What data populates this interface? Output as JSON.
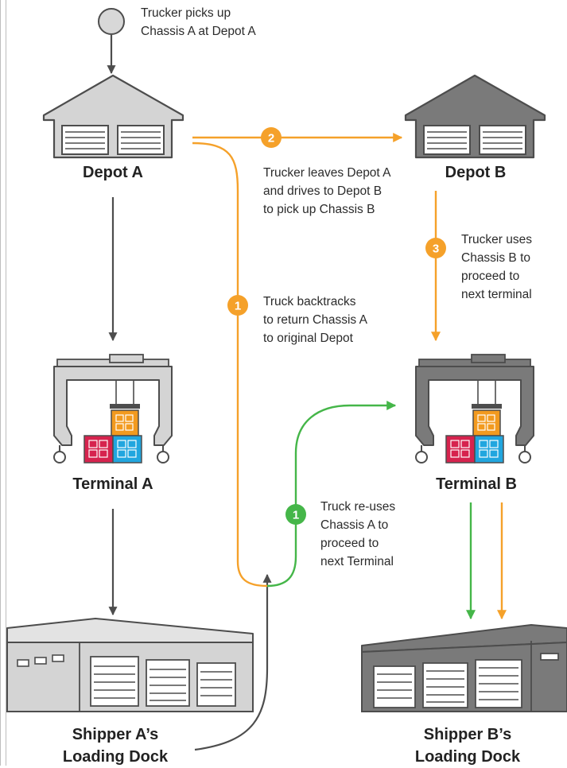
{
  "colors": {
    "orange": "#f5a12a",
    "green": "#45b649",
    "dark": "#4d4d4d",
    "light_building": "#d4d4d4",
    "dark_building": "#7a7a7a",
    "red_container": "#d6234e",
    "blue_container": "#21a6df",
    "orange_container": "#f29a1f"
  },
  "start": {
    "line1": "Trucker picks up",
    "line2": "Chassis A at Depot A"
  },
  "locations": {
    "depot_a": "Depot A",
    "depot_b": "Depot B",
    "terminal_a": "Terminal A",
    "terminal_b": "Terminal B",
    "shipper_a": {
      "line1": "Shipper A’s",
      "line2": "Loading Dock"
    },
    "shipper_b": {
      "line1": "Shipper B’s",
      "line2": "Loading Dock"
    }
  },
  "steps": {
    "orange_2": {
      "number": "2",
      "line1": "Trucker leaves Depot A",
      "line2": "and drives to Depot B",
      "line3": "to pick up Chassis B"
    },
    "orange_3": {
      "number": "3",
      "line1": "Trucker uses",
      "line2": "Chassis B to",
      "line3": "proceed to",
      "line4": "next terminal"
    },
    "orange_1": {
      "number": "1",
      "line1": "Truck backtracks",
      "line2": "to return Chassis A",
      "line3": "to original Depot"
    },
    "green_1": {
      "number": "1",
      "line1": "Truck re-uses",
      "line2": "Chassis A to",
      "line3": "proceed to",
      "line4": "next Terminal"
    }
  }
}
